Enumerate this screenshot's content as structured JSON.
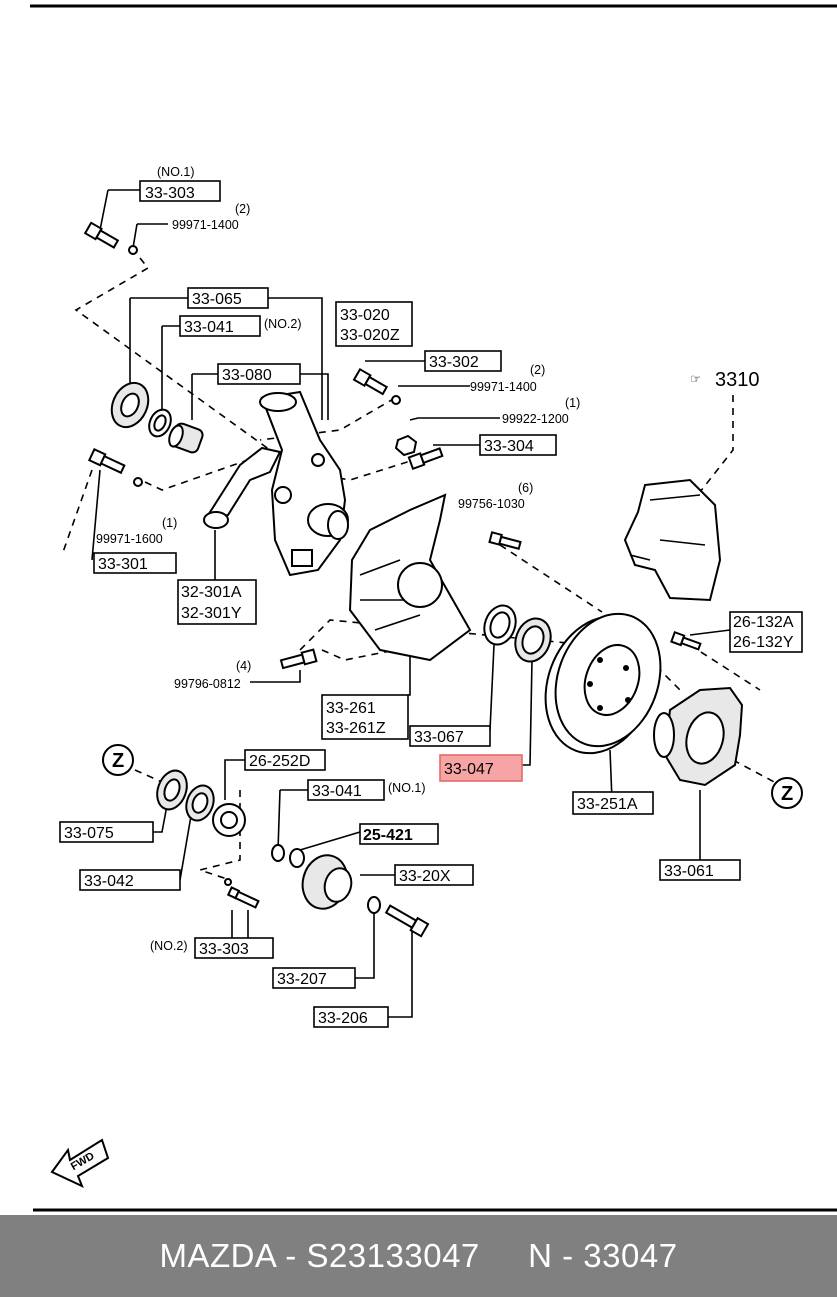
{
  "labels": {
    "no1_top": "(NO.1)",
    "p33303_top": "33-303",
    "q2_top": "(2)",
    "p99971_1400_a": "99971-1400",
    "p33065": "33-065",
    "p33041_top": "33-041",
    "no2_top": "(NO.2)",
    "p33020": "33-020",
    "p33020z": "33-020Z",
    "p33080": "33-080",
    "p33302": "33-302",
    "q2_b": "(2)",
    "p99971_1400_b": "99971-1400",
    "q1_a": "(1)",
    "p99922_1200": "99922-1200",
    "p33304": "33-304",
    "p3310": "3310",
    "q6": "(6)",
    "p99756_1030": "99756-1030",
    "q1_b": "(1)",
    "p99971_1600": "99971-1600",
    "p33301": "33-301",
    "p32301a": "32-301A",
    "p32301y": "32-301Y",
    "p26132a": "26-132A",
    "p26132y": "26-132Y",
    "q4": "(4)",
    "p99796_0812": "99796-0812",
    "p33261": "33-261",
    "p33261z": "33-261Z",
    "p33067": "33-067",
    "z_left": "Z",
    "p26252d": "26-252D",
    "p33047": "33-047",
    "z_right": "Z",
    "p33041_bottom": "33-041",
    "no1_bottom": "(NO.1)",
    "p33075": "33-075",
    "p33251a": "33-251A",
    "p25421": "25-421",
    "p33061": "33-061",
    "p33042": "33-042",
    "p3320x": "33-20X",
    "no2_bottom": "(NO.2)",
    "p33303_bottom": "33-303",
    "p33207": "33-207",
    "p33206": "33-206",
    "fwd": "FWD"
  },
  "highlight": {
    "part": "33-047",
    "color": "#f6a4a4"
  },
  "footer": {
    "brand": "MAZDA",
    "part_number": "S23133047",
    "ref": "N - 33047",
    "text": "MAZDA - S23133047     N - 33047"
  }
}
